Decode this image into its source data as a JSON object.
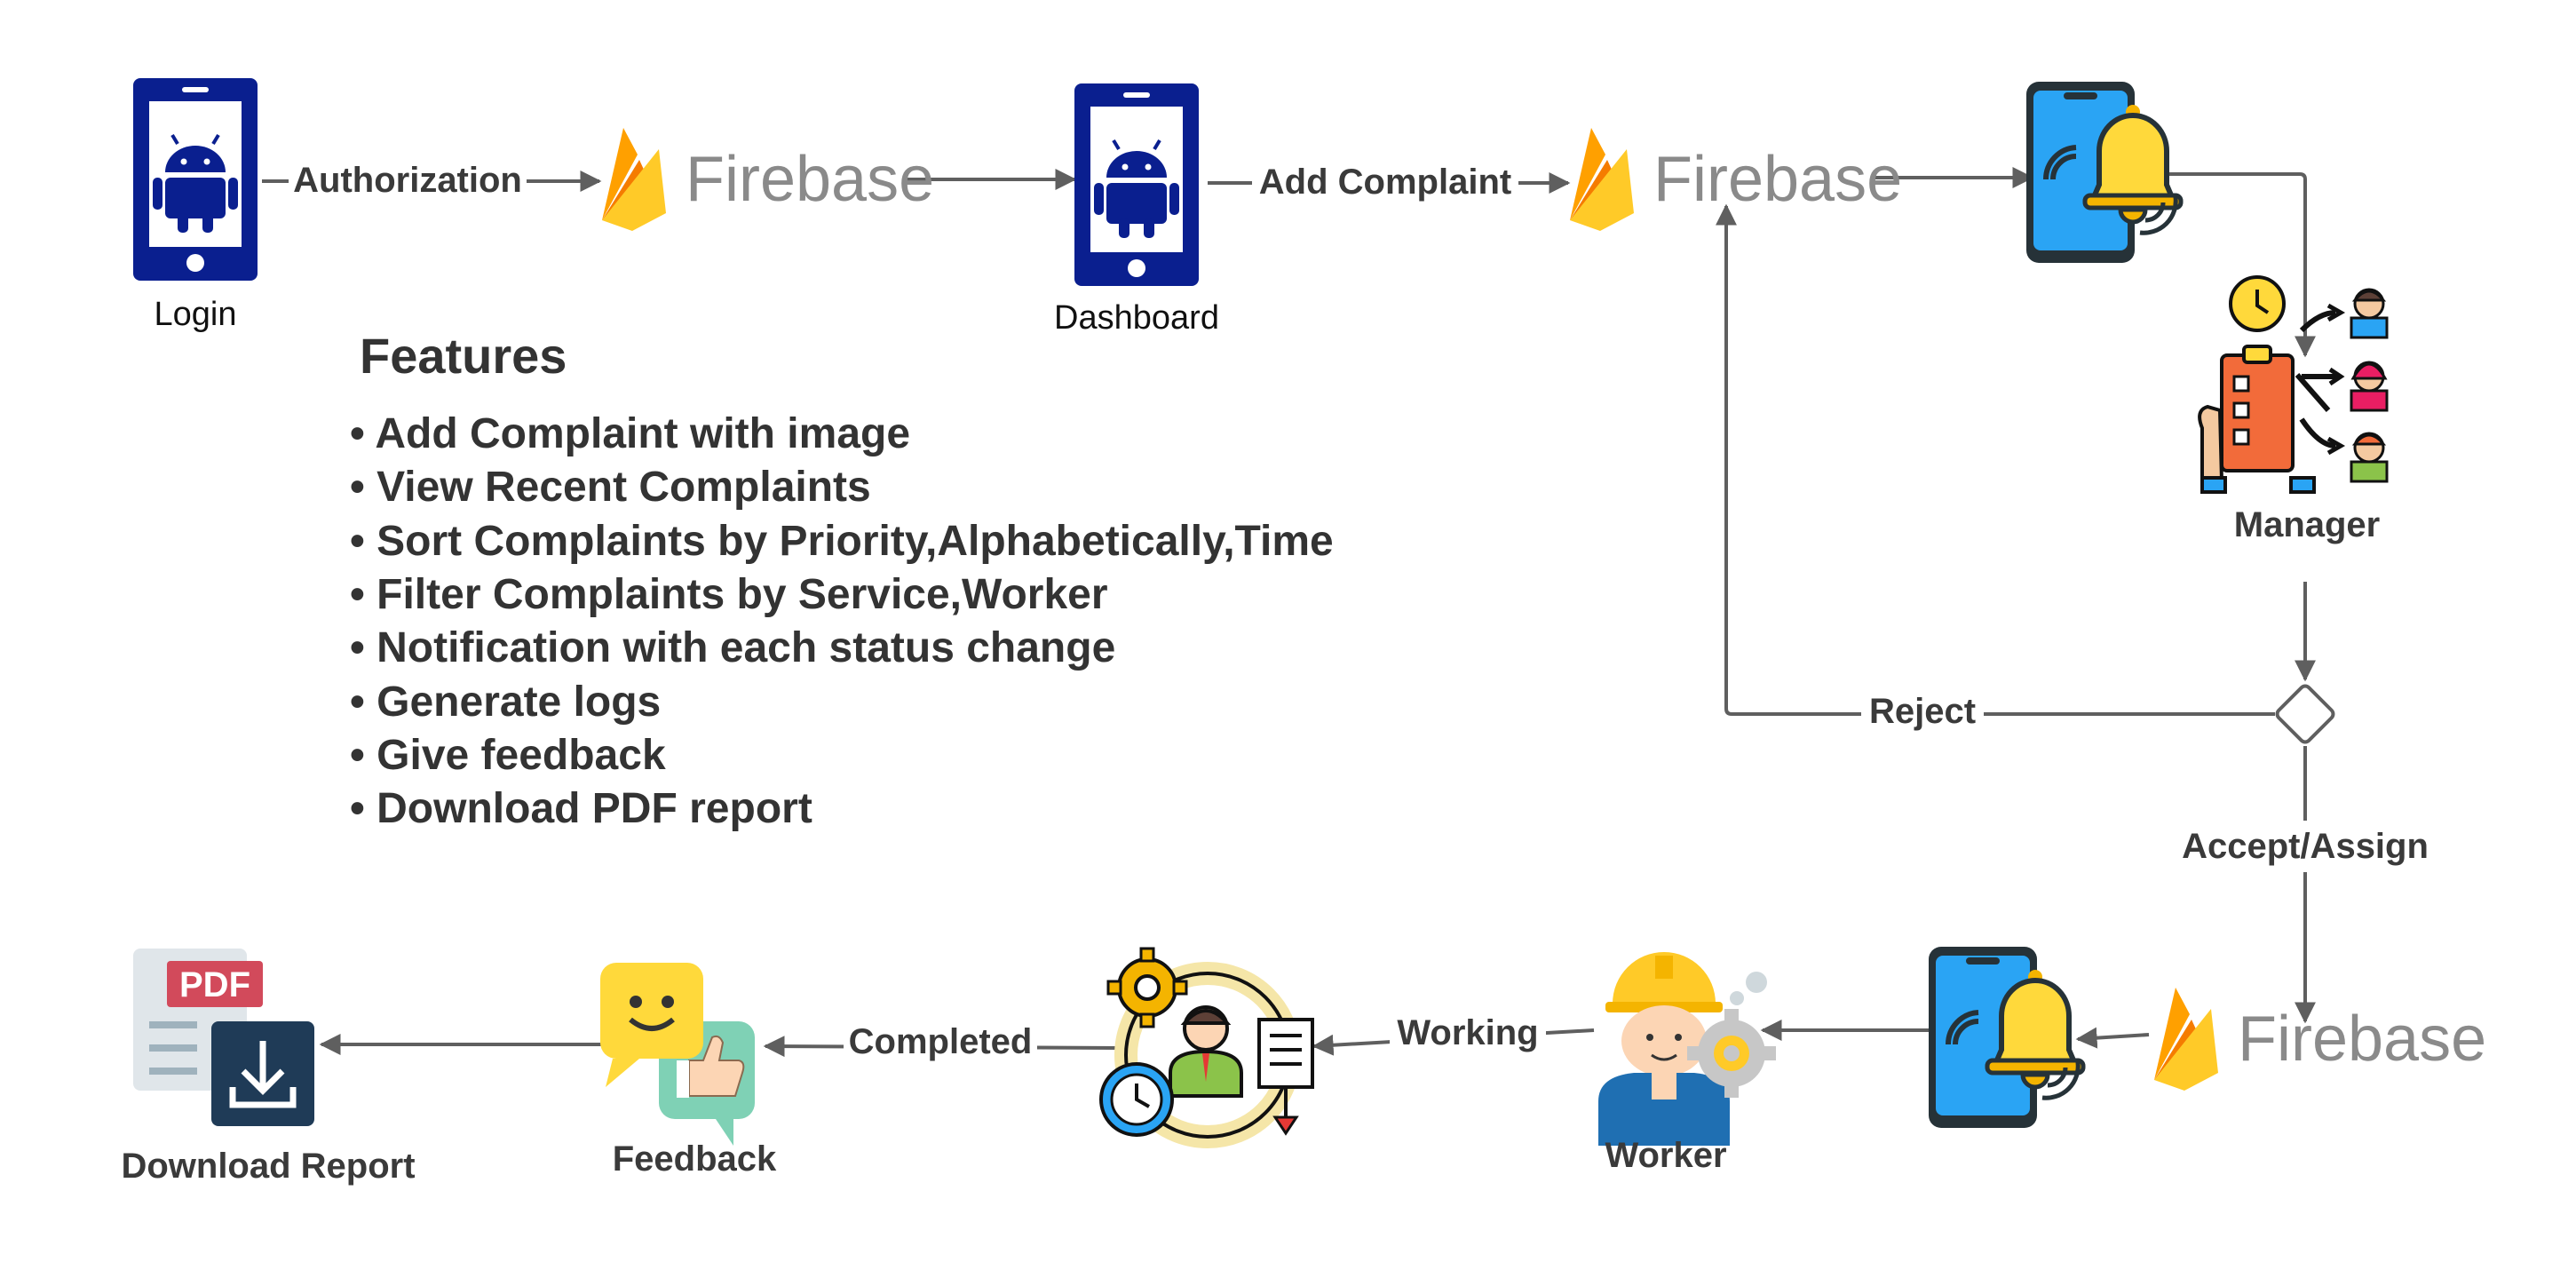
{
  "nodes": {
    "login": "Login",
    "dashboard": "Dashboard",
    "manager": "Manager",
    "worker": "Worker",
    "feedback": "Feedback",
    "download_report": "Download Report"
  },
  "firebase_label": "Firebase",
  "pdf_label": "PDF",
  "edges": {
    "authorization": "Authorization",
    "add_complaint": "Add Complaint",
    "reject": "Reject",
    "accept_assign": "Accept/Assign",
    "working": "Working",
    "completed": "Completed"
  },
  "features": {
    "title": "Features",
    "items": [
      "• Add Complaint with image",
      "• View Recent Complaints",
      "• Sort Complaints by Priority,Alphabetically,Time",
      "• Filter Complaints by Service,Worker",
      "• Notification with each status change",
      "• Generate logs",
      "• Give feedback",
      "• Download PDF report"
    ]
  },
  "colors": {
    "phone_blue": "#0a1f8f",
    "firebase_yellow": "#ffca28",
    "firebase_orange": "#f57c00",
    "bell_yellow": "#ffd93b",
    "notify_phone_blue": "#2aa4f4",
    "connector_gray": "#5f5f5f"
  }
}
